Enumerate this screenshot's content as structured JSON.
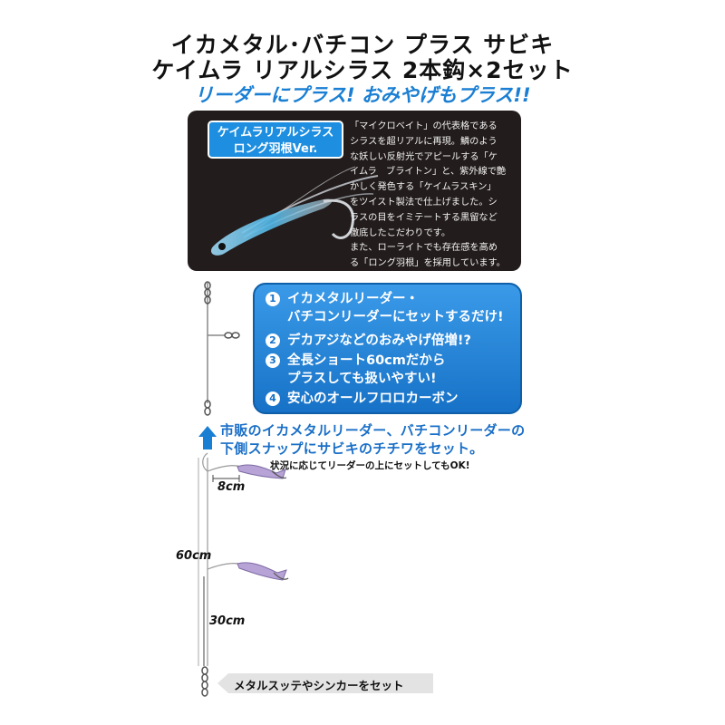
{
  "title": {
    "line1": "イカメタル･バチコン プラス サビキ",
    "line2": "ケイムラ リアルシラス 2本鈎×2セット"
  },
  "tagline": "リーダーにプラス! おみやげもプラス!!",
  "product_panel": {
    "badge_line1": "ケイムラリアルシラス",
    "badge_line2": "ロング羽根Ver.",
    "description": [
      "「マイクロベイト」の代表格である",
      "シラスを超リアルに再現。鱗のよう",
      "な妖しい反射光でアピールする「ケ",
      "イムラ　ブライトン」と、紫外線で艶",
      "かしく発色する「ケイムラスキン」",
      "をツイスト製法で仕上げました。シ",
      "ラスの目をイミテートする黒留など",
      "徹底したこだわりです。",
      "また、ローライトでも存在感を高め",
      "る「ロング羽根」を採用しています。"
    ]
  },
  "features": [
    {
      "num": "1",
      "lines": [
        "イカメタルリーダー・",
        "バチコンリーダーにセットするだけ!"
      ]
    },
    {
      "num": "2",
      "lines": [
        "デカアジなどのおみやげ倍増!?"
      ]
    },
    {
      "num": "3",
      "lines": [
        "全長ショート60cmだから",
        "プラスしても扱いやすい!"
      ]
    },
    {
      "num": "4",
      "lines": [
        "安心のオールフロロカーボン"
      ]
    }
  ],
  "instruction": {
    "line1": "市販のイカメタルリーダー、バチコンリーダーの",
    "line2": "下側スナップにサビキのチチワをセット。",
    "small_note": "状況に応じてリーダーの上にセットしてもOK!"
  },
  "dimensions": {
    "branch": "8cm",
    "total": "60cm",
    "lower": "30cm"
  },
  "bottom_label": "メタルスッテやシンカーをセット",
  "colors": {
    "accent_blue": "#1a7fd3",
    "panel_dark": "#231c1c",
    "bait_purple": "#b7a3d6"
  }
}
